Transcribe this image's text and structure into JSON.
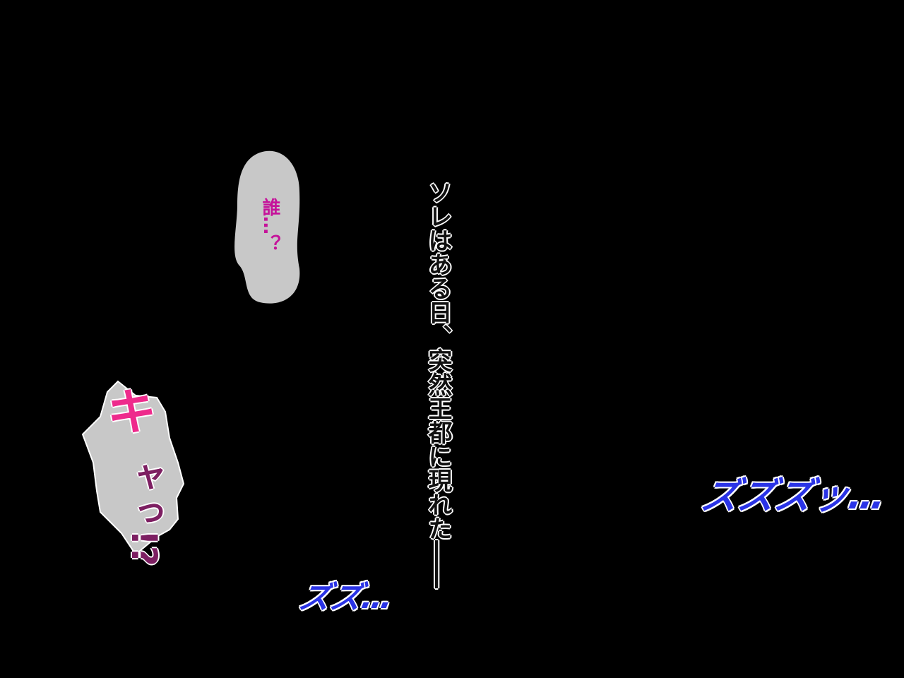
{
  "narration": "ソレはある日、突然王都に現れた――",
  "speech_bubble": {
    "text": "誰…？"
  },
  "scream": {
    "part1": "キ",
    "part2": "ャっ!?"
  },
  "sfx": [
    "ズズズッ…",
    "ズズ…"
  ],
  "colors": {
    "background": "#000000",
    "bubble": "#c8c8c8",
    "scream_pink": "#ee2a8c",
    "scream_purple": "#7d1f62",
    "sfx_blue": "#2a33e6",
    "speech_magenta": "#c5139a"
  }
}
